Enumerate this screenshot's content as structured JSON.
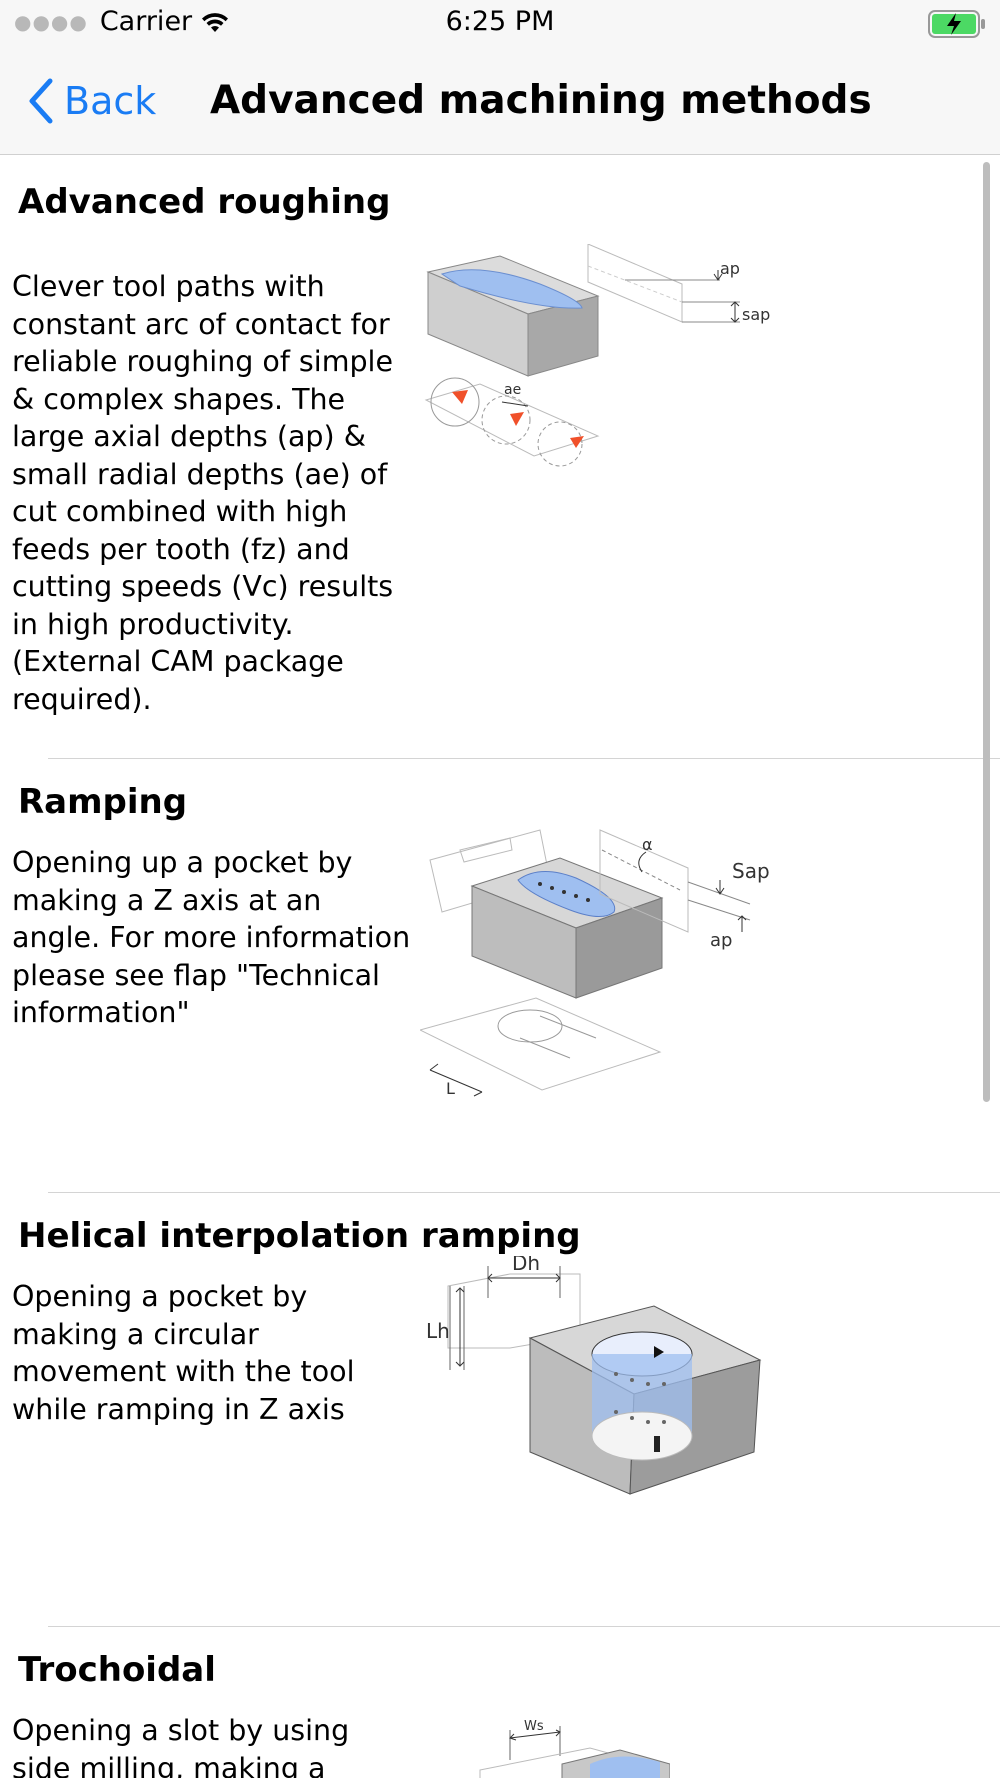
{
  "status_bar": {
    "carrier": "Carrier",
    "time": "6:25 PM"
  },
  "nav": {
    "back_label": "Back",
    "title": "Advanced machining methods"
  },
  "sections": [
    {
      "title": "Advanced roughing",
      "text": " Clever tool paths with constant arc of contact for reliable roughing of simple & complex shapes. The large axial depths (ap) & small radial depths (ae) of cut combined with high feeds per tooth (fz) and cutting speeds (Vc) results in high productivity. (External CAM package required)."
    },
    {
      "title": "Ramping",
      "text": "Opening up a pocket by making a Z axis at an angle. For more information please see flap \"Technical information\""
    },
    {
      "title": "Helical interpolation ramping",
      "text": "Opening a pocket by making a circular movement with the tool while ramping in Z axis"
    },
    {
      "title": "Trochoidal",
      "text": "Opening a slot by using side milling, making a"
    }
  ],
  "diagram_labels": {
    "roughing": {
      "ap": "ap",
      "sap": "sap",
      "ae": "ae"
    },
    "ramping": {
      "alpha": "α",
      "sap": "Sap",
      "ap": "ap",
      "l": "L"
    },
    "helical": {
      "dh": "Dh",
      "lh": "Lh"
    },
    "trochoidal": {
      "ws": "Ws"
    }
  },
  "colors": {
    "accent": "#1a7cf4",
    "divider": "#d4d4d4",
    "pocket_blue": "#9fbff0",
    "marker_red": "#f0502a"
  }
}
